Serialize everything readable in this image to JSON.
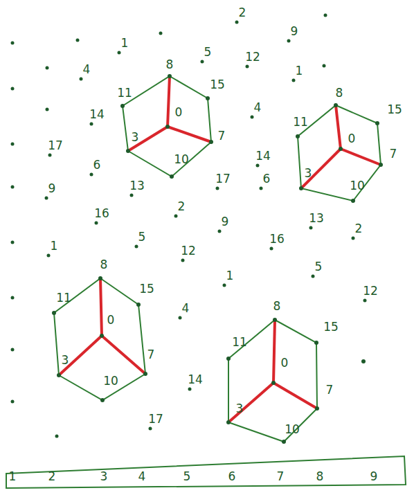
{
  "diagram": {
    "nodes": [
      {
        "text": [
          "8",
          "15",
          "7",
          "10",
          "3",
          "11",
          "0"
        ]
      },
      {
        "text": [
          "8",
          "15",
          "7",
          "10",
          "3",
          "11",
          "0"
        ]
      },
      {
        "text": [
          "8",
          "15",
          "7",
          "10",
          "3",
          "11",
          "0"
        ]
      },
      {
        "text": [
          "8",
          "15",
          "7",
          "10",
          "3",
          "11",
          "0"
        ]
      },
      {
        "text": [
          "1",
          "2",
          "3",
          "4",
          "5",
          "6",
          "7",
          "8",
          "9"
        ]
      }
    ],
    "labels": [
      "2",
      "1",
      "5",
      "9",
      "4",
      "12",
      "1",
      "14",
      "4",
      "17",
      "6",
      "14",
      "9",
      "13",
      "17",
      "6",
      "16",
      "2",
      "9",
      "13",
      "16",
      "2",
      "1",
      "5",
      "12",
      "1",
      "5",
      "12",
      "4",
      "14",
      "17"
    ]
  }
}
